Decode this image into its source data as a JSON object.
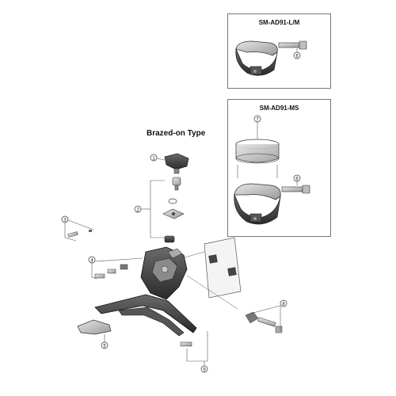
{
  "main_title": "Brazed-on Type",
  "inset_top": {
    "title": "SM-AD91-L/M",
    "callouts": [
      "6"
    ]
  },
  "inset_bottom": {
    "title": "SM-AD91-MS",
    "callouts": [
      "7",
      "6"
    ]
  },
  "callouts": [
    "1",
    "2",
    "3",
    "4",
    "5",
    "8",
    "9"
  ],
  "colors": {
    "line": "#555555",
    "part_fill": "#cfcfcf",
    "part_dark": "#3a3a3a",
    "border": "#777777"
  }
}
